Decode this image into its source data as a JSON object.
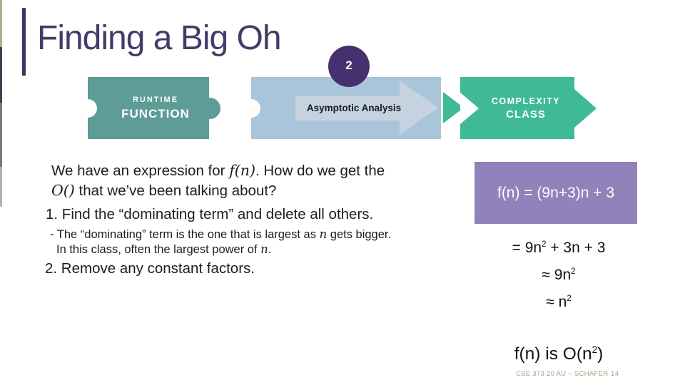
{
  "slide": {
    "title": "Finding a Big Oh",
    "badge_number": "2",
    "footer_course": "CSE 373 20 AU – SCHAFER",
    "footer_page": "14"
  },
  "process": {
    "runtime": {
      "line1": "RUNTIME",
      "line2": "FUNCTION"
    },
    "analysis": {
      "label": "Asymptotic Analysis"
    },
    "complexity": {
      "line1": "COMPLEXITY",
      "line2": "CLASS"
    }
  },
  "body": {
    "intro_l1a": "We have an expression for ",
    "intro_l1m": "f(n)",
    "intro_l1b": ". How do we get the",
    "intro_l2m": "O()",
    "intro_l2b": " that we’ve been talking about?",
    "step1": "1. Find the “dominating term” and delete all others.",
    "sub_l1a": "- The “dominating” term is the one that is largest as ",
    "sub_l1m": "n",
    "sub_l1b": " gets bigger.",
    "sub_l2a": "In this class, often the largest power of ",
    "sub_l2m": "n",
    "sub_l2b": ".",
    "step2": "2. Remove any constant factors."
  },
  "derivation": {
    "given": "f(n) = (9n+3)n + 3",
    "eq1a": "= 9n",
    "eq1sup": "2",
    "eq1b": " + 3n + 3",
    "eq2a": "≈ 9n",
    "eq2sup": "2",
    "eq3a": "≈ n",
    "eq3sup": "2",
    "conc_a": "f(n) is O(n",
    "conc_sup": "2",
    "conc_b": ")"
  },
  "colors": {
    "title_purple": "#453a69",
    "badge_purple": "#45316e",
    "teal": "#5d9c97",
    "light_blue": "#a9c5da",
    "arrow_blue": "#c7d2e0",
    "green": "#3eba97",
    "box_purple": "#9083bb",
    "footer_tan": "#a49f80"
  }
}
